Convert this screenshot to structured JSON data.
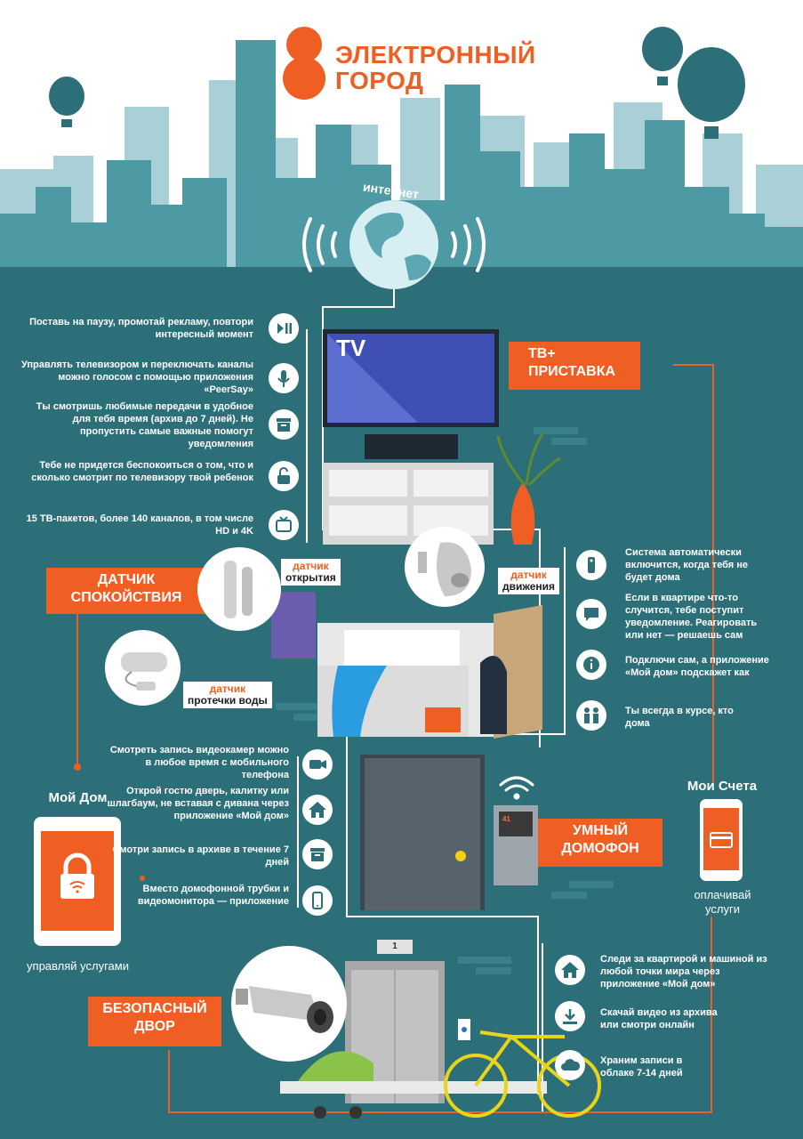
{
  "logo": {
    "line1": "ЭЛЕКТРОННЫЙ",
    "line2": "ГОРОД"
  },
  "globe_label": "интернет",
  "tv": {
    "screen_title": "TV",
    "label_line1": "ТВ+",
    "label_line2": "ПРИСТАВКА",
    "features": [
      {
        "icon": "play-pause-icon",
        "text": "Поставь на паузу, промотай рекламу, повтори интересный момент"
      },
      {
        "icon": "microphone-icon",
        "text": "Управлять телевизором и переключать каналы можно голосом с помощью приложения «PeerSay»"
      },
      {
        "icon": "archive-icon",
        "text": "Ты смотришь любимые передачи в удобное для тебя время (архив до 7 дней). Не пропустить самые важные помогут уведомления"
      },
      {
        "icon": "unlock-icon",
        "text": "Тебе не придется беспокоиться о том, что и сколько смотрит по телевизору твой ребенок"
      },
      {
        "icon": "tv-icon",
        "text": "15 ТВ-пакетов, более 140 каналов, в том числе HD и 4K"
      }
    ]
  },
  "calm": {
    "label_line1": "ДАТЧИК",
    "label_line2": "СПОКОЙСТВИЯ",
    "sensor_open_1": "датчик",
    "sensor_open_2": "открытия",
    "sensor_motion_1": "датчик",
    "sensor_motion_2": "движения",
    "sensor_leak_1": "датчик",
    "sensor_leak_2": "протечки воды",
    "features": [
      {
        "icon": "remote-icon",
        "text": "Система автоматически включится, когда тебя не будет дома"
      },
      {
        "icon": "chat-icon",
        "text": "Если в квартире что-то случится, тебе поступит уведомление. Реагировать или нет — решаешь сам"
      },
      {
        "icon": "info-icon",
        "text": "Подключи сам, а приложение «Мой дом» подскажет как"
      },
      {
        "icon": "family-icon",
        "text": "Ты всегда в курсе, кто дома"
      }
    ]
  },
  "my_home": {
    "title": "Мой Дом",
    "caption": "управляй услугами"
  },
  "my_bills": {
    "title": "Мои Счета",
    "caption_line1": "оплачивай",
    "caption_line2": "услуги"
  },
  "intercom": {
    "label_line1": "УМНЫЙ",
    "label_line2": "ДОМОФОН",
    "panel_number": "41",
    "features": [
      {
        "icon": "video-camera-icon",
        "text": "Смотреть запись видеокамер можно в любое время с мобильного телефона"
      },
      {
        "icon": "house-icon",
        "text": "Открой гостю дверь, калитку или шлагбаум, не вставая с дивана через приложение «Мой дом»"
      },
      {
        "icon": "archive-icon",
        "text": "Смотри запись в архиве в течение 7 дней"
      },
      {
        "icon": "smartphone-icon",
        "text": "Вместо домофонной трубки и видеомонитора — приложение"
      }
    ]
  },
  "yard": {
    "label_line1": "БЕЗОПАСНЫЙ",
    "label_line2": "ДВОР",
    "elevator_floor": "1",
    "features": [
      {
        "icon": "house-icon",
        "text": "Следи за квартирой и машиной из любой точки мира через приложение «Мой дом»"
      },
      {
        "icon": "download-icon",
        "text": "Скачай видео из архива или смотри онлайн"
      },
      {
        "icon": "cloud-icon",
        "text": "Храним записи в облаке 7-14 дней"
      }
    ]
  },
  "colors": {
    "teal": "#2c6f78",
    "orange": "#ef5f24",
    "sky": "#ffffff",
    "skyline": "#4d9aa4"
  }
}
